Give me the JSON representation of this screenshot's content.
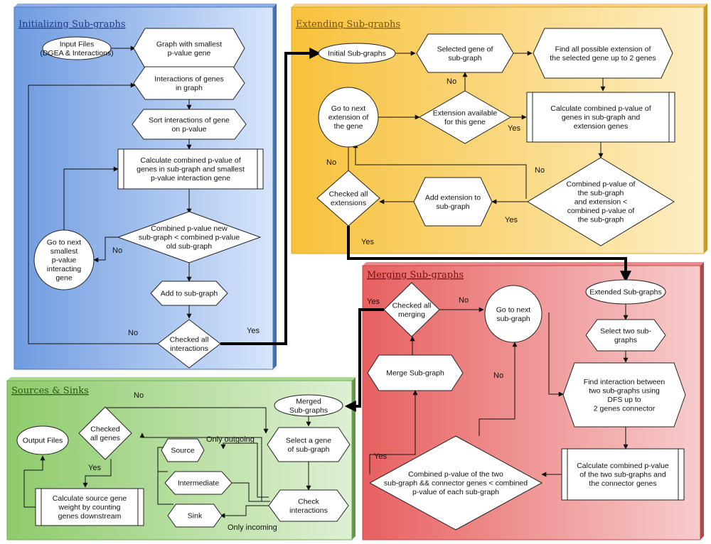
{
  "sections": [
    {
      "id": "init",
      "title": "Initializing Sub-graphs",
      "color": "#4f83d6"
    },
    {
      "id": "extend",
      "title": "Extending Sub-graphs",
      "color": "#f6c443"
    },
    {
      "id": "merge",
      "title": "Merging Sub-graphs",
      "color": "#e15c5c"
    },
    {
      "id": "sources",
      "title": "Sources & Sinks",
      "color": "#7cc35a"
    }
  ],
  "nodes": {
    "input_files": [
      "Input Files",
      "(DGEA & Interactions)"
    ],
    "graph_smallest": [
      "Graph with smallest",
      "p-value gene"
    ],
    "interactions_genes": [
      "Interactions of genes",
      "in graph"
    ],
    "sort_interactions": [
      "Sort interactions of gene",
      "on p-value"
    ],
    "calc_init": [
      "Calculate combined p-value of",
      "genes in sub-graph and smallest",
      "p-value interaction gene"
    ],
    "combined_new": [
      "Combined p-value new",
      "sub-graph < combined p-value",
      "old sub-graph"
    ],
    "go_next_smallest": [
      "Go to next",
      "smallest",
      "p-value",
      "interacting",
      "gene"
    ],
    "add_to_subgraph": [
      "Add to sub-graph"
    ],
    "checked_interactions": [
      "Checked all",
      "interactions"
    ],
    "initial_subgraphs": [
      "Initial Sub-graphs"
    ],
    "selected_gene": [
      "Selected gene of",
      "sub-graph"
    ],
    "find_extension": [
      "Find all possible extension of",
      "the selected gene up to 2 genes"
    ],
    "go_next_extension": [
      "Go to next",
      "extension of",
      "the gene"
    ],
    "extension_available": [
      "Extension available",
      "for this gene"
    ],
    "calc_extend": [
      "Calculate combined p-value of",
      "genes in sub-graph and",
      "extension genes"
    ],
    "checked_extensions": [
      "Checked all",
      "extensions"
    ],
    "add_extension": [
      "Add extension to",
      "sub-graph"
    ],
    "combined_extension": [
      "Combined p-value of",
      "the sub-graph",
      "and extension <",
      "combined p-value of",
      "the sub-graph"
    ],
    "extended_subgraphs": [
      "Extended Sub-graphs"
    ],
    "checked_merging": [
      "Checked all",
      "merging"
    ],
    "go_next_subgraph": [
      "Go to next",
      "sub-graph"
    ],
    "select_two": [
      "Select two sub-",
      "graphs"
    ],
    "merge_subgraph": [
      "Merge Sub-graph"
    ],
    "find_interaction": [
      "Find interaction between",
      "two sub-graphs using",
      "DFS up to",
      "2 genes connector"
    ],
    "combined_two": [
      "Combined p-value of the two",
      "sub-graph && connector genes < combined",
      "p-value of each sub-graph"
    ],
    "calc_merge": [
      "Calculate combined p-value",
      "of the two sub-graphs and",
      "the connector genes"
    ],
    "merged_subgraphs": [
      "Merged",
      "Sub-graphs"
    ],
    "checked_all_genes": [
      "Checked",
      "all genes"
    ],
    "output_files": [
      "Output Files"
    ],
    "select_gene_subgraph": [
      "Select a gene",
      "of sub-graph"
    ],
    "source": [
      "Source"
    ],
    "intermediate": [
      "Intermediate"
    ],
    "check_interactions": [
      "Check",
      "interactions"
    ],
    "sink": [
      "Sink"
    ],
    "calc_source_weight": [
      "Calculate source gene",
      "weight by counting",
      "genes downstream"
    ]
  },
  "edge_labels": {
    "init_no_left": "No",
    "init_no_bottom": "No",
    "init_yes": "Yes",
    "ext_no_top": "No",
    "ext_yes_avail": "Yes",
    "ext_no_checked": "No",
    "ext_no_combined": "No",
    "ext_yes_combined": "Yes",
    "ext_yes_checked": "Yes",
    "merge_yes": "Yes",
    "merge_no_checked": "No",
    "merge_no_combined": "No",
    "merge_yes_combined": "Yes",
    "sinks_no": "No",
    "sinks_only_outgoing": "Only outgoing",
    "sinks_yes": "Yes",
    "sinks_only_incoming": "Only incoming"
  }
}
